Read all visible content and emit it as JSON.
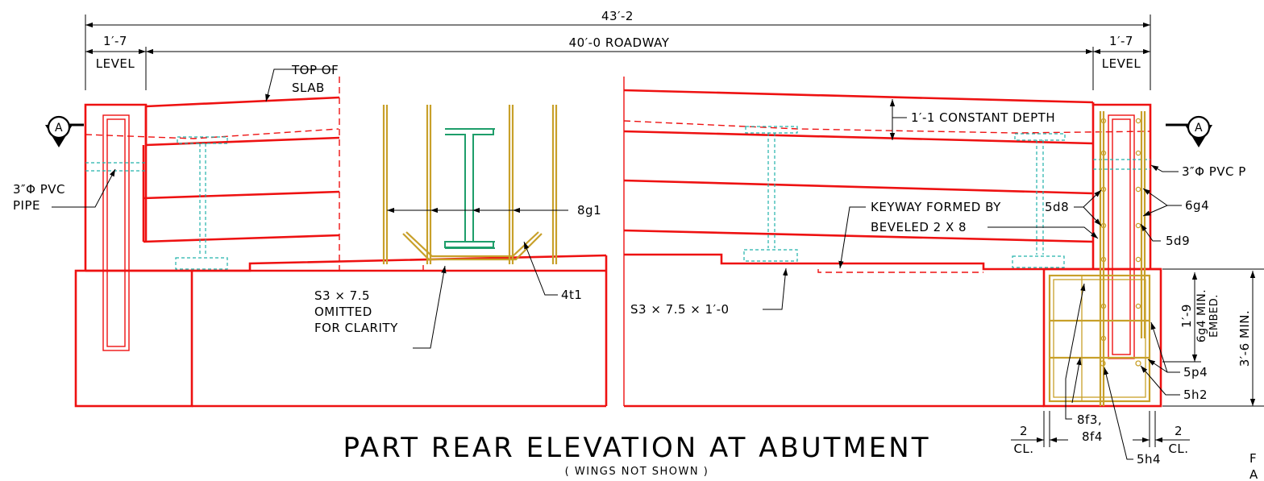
{
  "dimensions": {
    "overall": "43′-2",
    "left_level_dim": "1′-7",
    "left_level": "LEVEL",
    "roadway": "40′-0 ROADWAY",
    "right_level_dim": "1′-7",
    "right_level": "LEVEL",
    "embed_dim": "1′-9",
    "embed_label_1": "6g4 MIN.",
    "embed_label_2": "EMBED.",
    "min_depth": "3′-6 MIN.",
    "cl_left_dim": "2",
    "cl_left": "CL.",
    "cl_right_dim": "2",
    "cl_right": "CL."
  },
  "section_marks": {
    "left": "A",
    "right": "A"
  },
  "callouts": {
    "top_of_slab_1": "TOP OF",
    "top_of_slab_2": "SLAB",
    "pvc_left_1": "3″Φ PVC",
    "pvc_left_2": "PIPE",
    "pvc_right": "3″Φ PVC P",
    "bar_8g1": "8g1",
    "bar_4t1": "4t1",
    "s3_omitted_1": "S3 × 7.5",
    "s3_omitted_2": "OMITTED",
    "s3_omitted_3": "FOR CLARITY",
    "s3_length": "S3 × 7.5 × 1′-0",
    "constant_depth": "1′-1 CONSTANT DEPTH",
    "keyway_1": "KEYWAY FORMED BY",
    "keyway_2": "BEVELED 2 X 8",
    "bar_5d8": "5d8",
    "bar_6g4": "6g4",
    "bar_5d9": "5d9",
    "bar_5p4": "5p4",
    "bar_5h2": "5h2",
    "bar_8f3": "8f3,",
    "bar_8f4": "8f4",
    "bar_5h4": "5h4",
    "edge_text_1": "F",
    "edge_text_2": "A"
  },
  "title": {
    "main": "PART REAR ELEVATION AT ABUTMENT",
    "sub": "( WINGS NOT SHOWN )"
  }
}
